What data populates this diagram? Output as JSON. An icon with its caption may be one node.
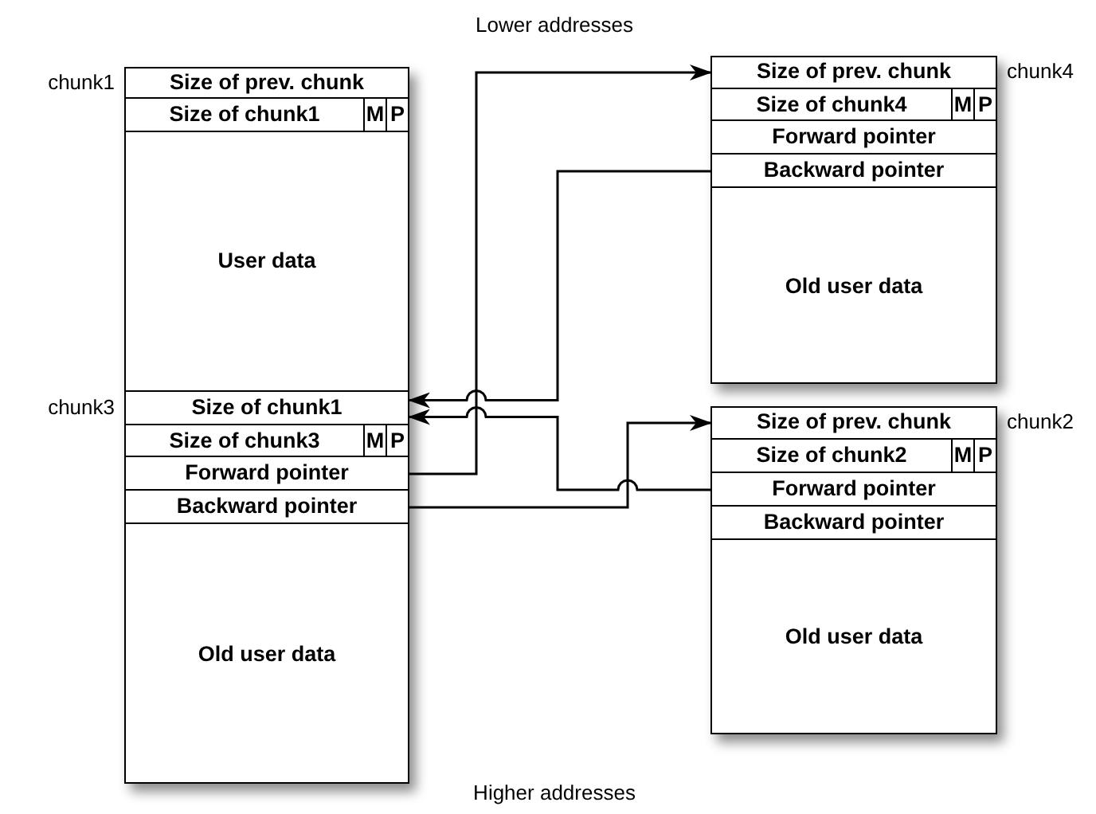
{
  "diagram": {
    "nodes": [
      {
        "text": [
          "Size of prev. chunk"
        ],
        "beside": [
          "chunk1"
        ]
      },
      {
        "text": [
          "Size of chunk1",
          "M",
          "P"
        ]
      },
      {
        "text": [
          "User data"
        ]
      },
      {
        "text": [
          "Size of chunk1"
        ],
        "beside": [
          "chunk3"
        ]
      },
      {
        "text": [
          "Size of chunk3",
          "M",
          "P"
        ]
      },
      {
        "text": [
          "Forward pointer"
        ]
      },
      {
        "text": [
          "Backward pointer"
        ]
      },
      {
        "text": [
          "Old user data"
        ]
      },
      {
        "text": [
          "Size of prev. chunk"
        ],
        "beside": [
          "chunk4"
        ]
      },
      {
        "text": [
          "Size of chunk4",
          "M",
          "P"
        ]
      },
      {
        "text": [
          "Forward pointer"
        ]
      },
      {
        "text": [
          "Backward pointer"
        ]
      },
      {
        "text": [
          "Old user data"
        ]
      },
      {
        "text": [
          "Size of prev. chunk"
        ],
        "beside": [
          "chunk2"
        ]
      },
      {
        "text": [
          "Size of chunk2",
          "M",
          "P"
        ]
      },
      {
        "text": [
          "Forward pointer"
        ]
      },
      {
        "text": [
          "Backward pointer"
        ]
      },
      {
        "text": [
          "Old user data"
        ]
      }
    ],
    "edges": [
      {
        "from": 5,
        "to": 8,
        "arrow": "to"
      },
      {
        "from": 6,
        "to": 13,
        "arrow": "to"
      },
      {
        "from": 11,
        "to": 3,
        "arrow": "to"
      },
      {
        "from": 15,
        "to": 3,
        "arrow": "to"
      }
    ],
    "labels": [
      "Lower addresses",
      "Higher addresses"
    ]
  }
}
